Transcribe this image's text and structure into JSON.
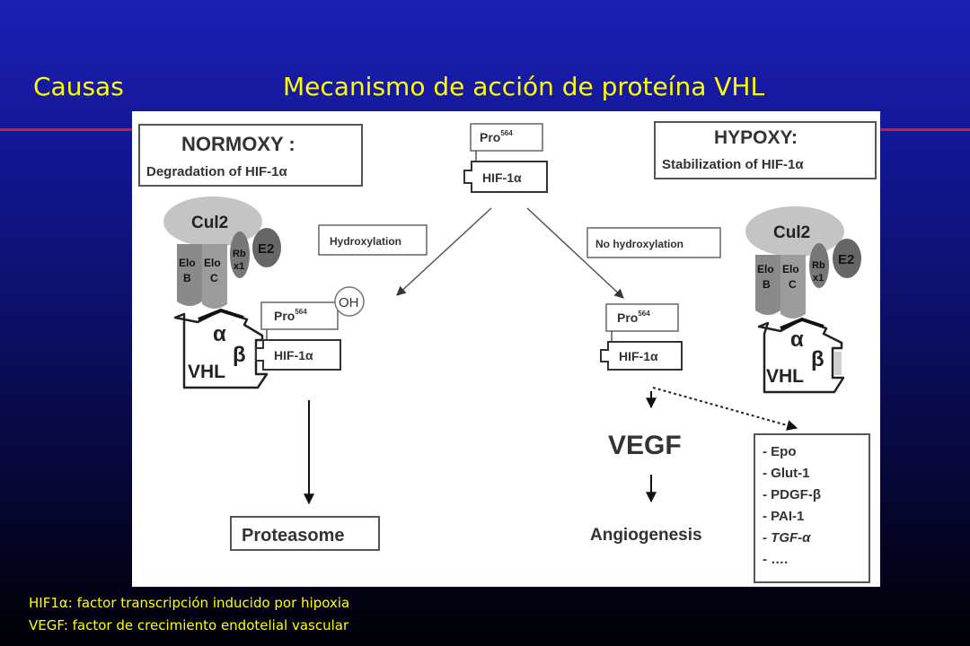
{
  "slide": {
    "title_left": "Causas",
    "title_right": "Mecanismo de acción de proteína VHL",
    "footnotes": [
      "HIF1α: factor transcripción inducido por hipoxia",
      "VEGF: factor de crecimiento endotelial vascular"
    ]
  },
  "diagram": {
    "normoxy_title": "NORMOXY :",
    "normoxy_subtitle": "Degradation of HIF-1α",
    "hypoxy_title": "HYPOXY:",
    "hypoxy_subtitle": "Stabilization of HIF-1α",
    "pro_label": "Pro",
    "pro_sup": "564",
    "hif_label": "HIF-1α",
    "hydroxylation_label": "Hydroxylation",
    "no_hydroxylation_label": "No hydroxylation",
    "oh_label": "OH",
    "cul2_label": "Cul2",
    "elob_line1": "Elo",
    "elob_line2": "B",
    "eloc_line1": "Elo",
    "eloc_line2": "C",
    "rbx_line1": "Rb",
    "rbx_line2": "x1",
    "e2_label": "E2",
    "alpha_label": "α",
    "beta_label": "β",
    "vhl_label": "VHL",
    "proteasome_label": "Proteasome",
    "vegf_label": "VEGF",
    "angiogenesis_label": "Angiogenesis",
    "targets": [
      "- Epo",
      "- Glut-1",
      "- PDGF-β",
      "- PAI-1",
      "- TGF-α",
      "- …."
    ]
  }
}
